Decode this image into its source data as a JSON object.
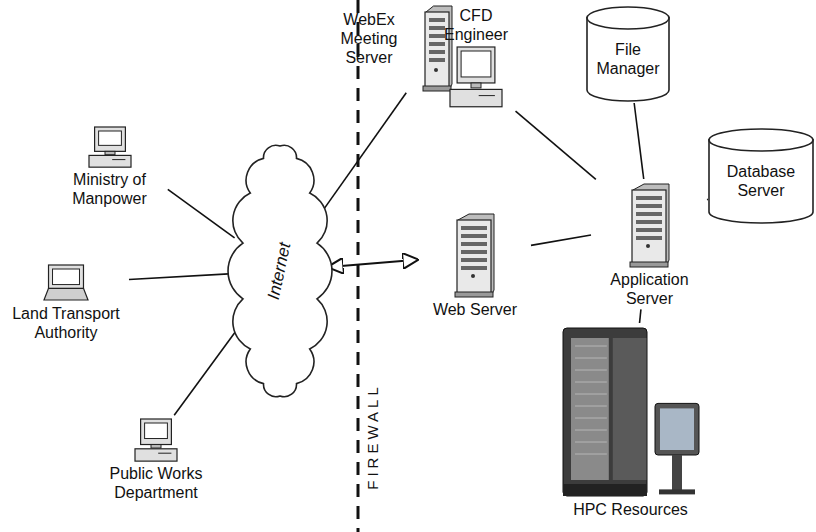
{
  "diagram": {
    "nodes": [
      {
        "text": [
          "WebEx Meeting Server"
        ]
      },
      {
        "text": [
          "CFD Engineer"
        ]
      },
      {
        "text": [
          "File Manager"
        ]
      },
      {
        "text": [
          "Ministry of Manpower"
        ]
      },
      {
        "text": [
          "Database Server"
        ]
      },
      {
        "text": [
          "Internet"
        ]
      },
      {
        "text": [
          "Web Server"
        ]
      },
      {
        "text": [
          "Application Server"
        ]
      },
      {
        "text": [
          "Land Transport Authority"
        ]
      },
      {
        "text": [
          "Public Works Department"
        ]
      },
      {
        "text": [
          "HPC Resources"
        ]
      }
    ],
    "edges": [
      {
        "from": 0,
        "to": 5,
        "arrow": "none"
      },
      {
        "from": 3,
        "to": 5,
        "arrow": "none"
      },
      {
        "from": 8,
        "to": 5,
        "arrow": "none"
      },
      {
        "from": 9,
        "to": 5,
        "arrow": "none"
      },
      {
        "from": 5,
        "to": 6,
        "arrow": "both"
      },
      {
        "from": 6,
        "to": 7,
        "arrow": "none"
      },
      {
        "from": 1,
        "to": 7,
        "arrow": "none"
      },
      {
        "from": 2,
        "to": 7,
        "arrow": "none"
      },
      {
        "from": 4,
        "to": 7,
        "arrow": "none"
      },
      {
        "from": 10,
        "to": 7,
        "arrow": "none"
      }
    ],
    "labels": [
      "FIREWALL"
    ]
  }
}
